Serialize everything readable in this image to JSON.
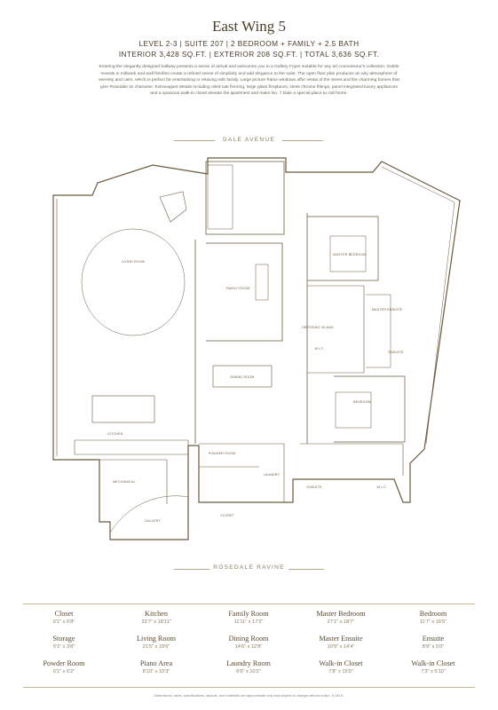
{
  "header": {
    "title": "East Wing 5",
    "specs_line1": "LEVEL 2-3  |  SUITE 207  |  2 BEDROOM + FAMILY + 2.5 BATH",
    "specs_line2": "INTERIOR 3,428 SQ.FT.  |  EXTERIOR 208 SQ.FT.  |  TOTAL 3,636 SQ.FT.",
    "description": "Entering the elegantly designed hallway presents a sense of arrival and welcomes you to a Gallery Foyer suitable for any art connoisseur's collection. Subtle reveals in millwork and wall finishes create a refined sense of simplicity and add elegance to the suite. The open floor plan produces an airy atmosphere of serenity and calm, which is perfect for entertaining or relaxing with family. Large picture frame windows offer vistas of the street and the charming homes that give Rosedale its character. Extravagant details including oiled oak flooring, large glass fireplaces, sleek chrome fittings, panel integrated luxury appliances and a spacious walk-in closet elevate the apartment and make No. 7 Dale a special place to call home."
  },
  "plan": {
    "street_top": "DALE AVENUE",
    "street_bottom": "ROSEDALE RAVINE",
    "labels": {
      "living_room": "LIVING ROOM",
      "family_room": "FAMILY ROOM",
      "dining_room": "DINING ROOM",
      "kitchen": "KITCHEN",
      "mechanical": "MECHANICAL",
      "gallery": "GALLERY",
      "powder_room": "POWDER ROOM",
      "laundry": "LAUNDRY",
      "closet": "CLOSET",
      "master_bedroom": "MASTER BEDROOM",
      "master_ensuite": "MASTER ENSUITE",
      "dressing_island": "DRESSING ISLAND",
      "wic": "W.I.C.",
      "ensuite": "ENSUITE",
      "bedroom": "BEDROOM"
    }
  },
  "rooms": [
    [
      {
        "name": "Closet",
        "dim": "9'1\" x 6'8\""
      },
      {
        "name": "Storage",
        "dim": "9'1\" x 3'8\""
      },
      {
        "name": "Powder Room",
        "dim": "9'1\" x 6'2\""
      }
    ],
    [
      {
        "name": "Kitchen",
        "dim": "23'7\" x 18'11\""
      },
      {
        "name": "Living Room",
        "dim": "21'5\" x 19'6\""
      },
      {
        "name": "Piano Area",
        "dim": "8'10\" x 10'3\""
      }
    ],
    [
      {
        "name": "Family Room",
        "dim": "11'11\" x 17'2\""
      },
      {
        "name": "Dining Room",
        "dim": "14'6\" x 12'8\""
      },
      {
        "name": "Laundry Room",
        "dim": "6'6\" x 10'2\""
      }
    ],
    [
      {
        "name": "Master Bedroom",
        "dim": "27'1\" x 18'7\""
      },
      {
        "name": "Master Ensuite",
        "dim": "10'9\" x 14'4\""
      },
      {
        "name": "Walk-in Closet",
        "dim": "7'8\" x 15'0\""
      }
    ],
    [
      {
        "name": "Bedroom",
        "dim": "11'7\" x 16'5\""
      },
      {
        "name": "Ensuite",
        "dim": "8'9\" x 5'0\""
      },
      {
        "name": "Walk-in Closet",
        "dim": "7'3\" x 5'10\""
      }
    ]
  ],
  "footnote": "Dimensions, sizes, specifications, layouts, and materials are approximate only and subject to change without notice. E.&O.E.",
  "colors": {
    "line": "#6b5a3e",
    "accent": "#b8a888",
    "text": "#4a3d2a"
  }
}
